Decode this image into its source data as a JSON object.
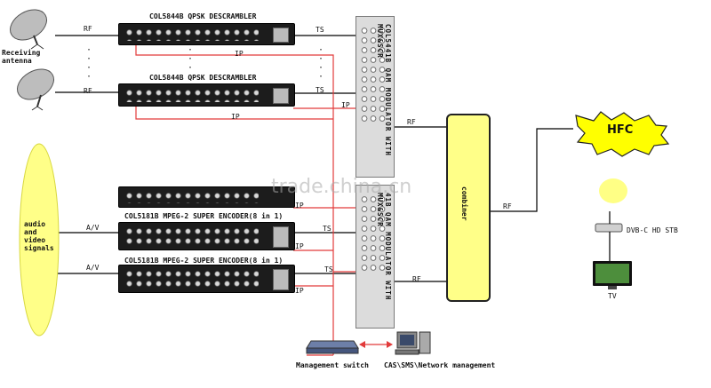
{
  "sources": {
    "antenna_label": "Receiving\nantenna",
    "signals_label": "audio\nand\nvideo\nsignals"
  },
  "devices": {
    "descrambler_1": "COL5844B QPSK DESCRAMBLER",
    "descrambler_2": "COL5844B QPSK DESCRAMBLER",
    "encoder_1": "COL5181B MPEG-2 SUPER ENCODER(8 in 1)",
    "encoder_2": "COL5181B MPEG-2 SUPER ENCODER(8 in 1)",
    "modulator_1": "COL5441B QAM MODULATOR WITH MUX&SCR",
    "modulator_2": "41B QAM MODULATOR WITH MUX&SCR",
    "combiner": "combiner",
    "hfc": "HFC",
    "stb": "DVB-C HD STB",
    "tv": "TV",
    "switch": "Management switch",
    "management": "CAS\\SMS\\Network management"
  },
  "links": {
    "rf_1": "RF",
    "rf_2": "RF",
    "ts_1": "TS",
    "ts_2": "TS",
    "ip_1": "IP",
    "ip_2": "IP",
    "ip_3": "IP",
    "ip_4": "IP",
    "ip_5": "IP",
    "av_1": "A/V",
    "av_2": "A/V",
    "ts_3": "TS",
    "ts_4": "TS",
    "rf_mod_1": "RF",
    "rf_mod_2": "RF",
    "rf_combiner": "RF"
  },
  "watermark": "trade.china.cn",
  "colors": {
    "ip_line": "#e23b3b",
    "signal_line": "#000000",
    "combiner_fill": "#ffff88",
    "hfc_fill": "#ffff00"
  }
}
